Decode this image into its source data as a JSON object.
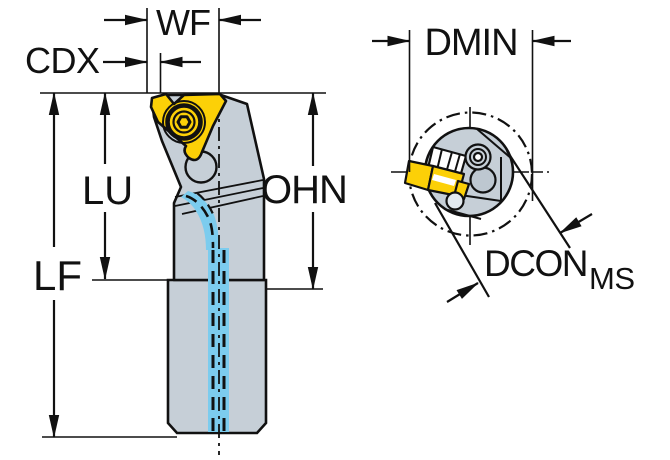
{
  "diagram": {
    "type": "technical-drawing",
    "views": {
      "side_view": {
        "dimension_labels": {
          "wf": "WF",
          "cdx": "CDX",
          "lu": "LU",
          "lf": "LF",
          "ohn": "OHN"
        }
      },
      "end_view": {
        "dimension_labels": {
          "dmin": "DMIN",
          "dcon": "DCON",
          "dcon_subscript": "MS"
        }
      }
    },
    "colors": {
      "background": "#ffffff",
      "line": "#111111",
      "body": "#c6cfd7",
      "body-shade": "#bdc7d0",
      "insert": "#fcd007",
      "coolant": "#7cccee",
      "highlight": "#e2e9ef"
    }
  }
}
